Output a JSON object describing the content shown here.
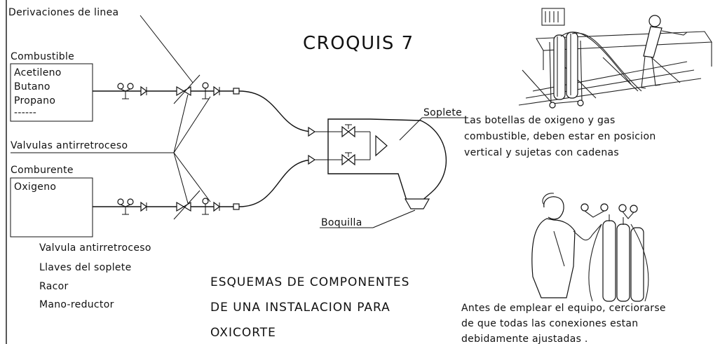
{
  "labels": {
    "derivaciones": "Derivaciones de linea",
    "combustible": "Combustible",
    "acetileno": "Acetileno",
    "butano": "Butano",
    "propano": "Propano",
    "dashes": "------",
    "valvulas": "Valvulas antirretroceso",
    "comburente": "Comburente",
    "oxigeno": "Oxigeno",
    "soplete": "Soplete",
    "boquilla": "Boquilla"
  },
  "title": "CROQUIS 7",
  "legend": [
    "Valvula antirretroceso",
    "Llaves del soplete",
    "Racor",
    "Mano-reductor"
  ],
  "subtitle": [
    "ESQUEMAS DE COMPONENTES",
    "DE UNA INSTALACION PARA",
    "OXICORTE"
  ],
  "note_top": [
    "Las botellas de oxigeno y gas",
    "combustible, deben estar en posicion",
    "vertical y sujetas con cadenas"
  ],
  "note_bottom": [
    "Antes de emplear el equipo, cerciorarse",
    "de que todas las conexiones estan",
    "debidamente ajustadas ."
  ]
}
